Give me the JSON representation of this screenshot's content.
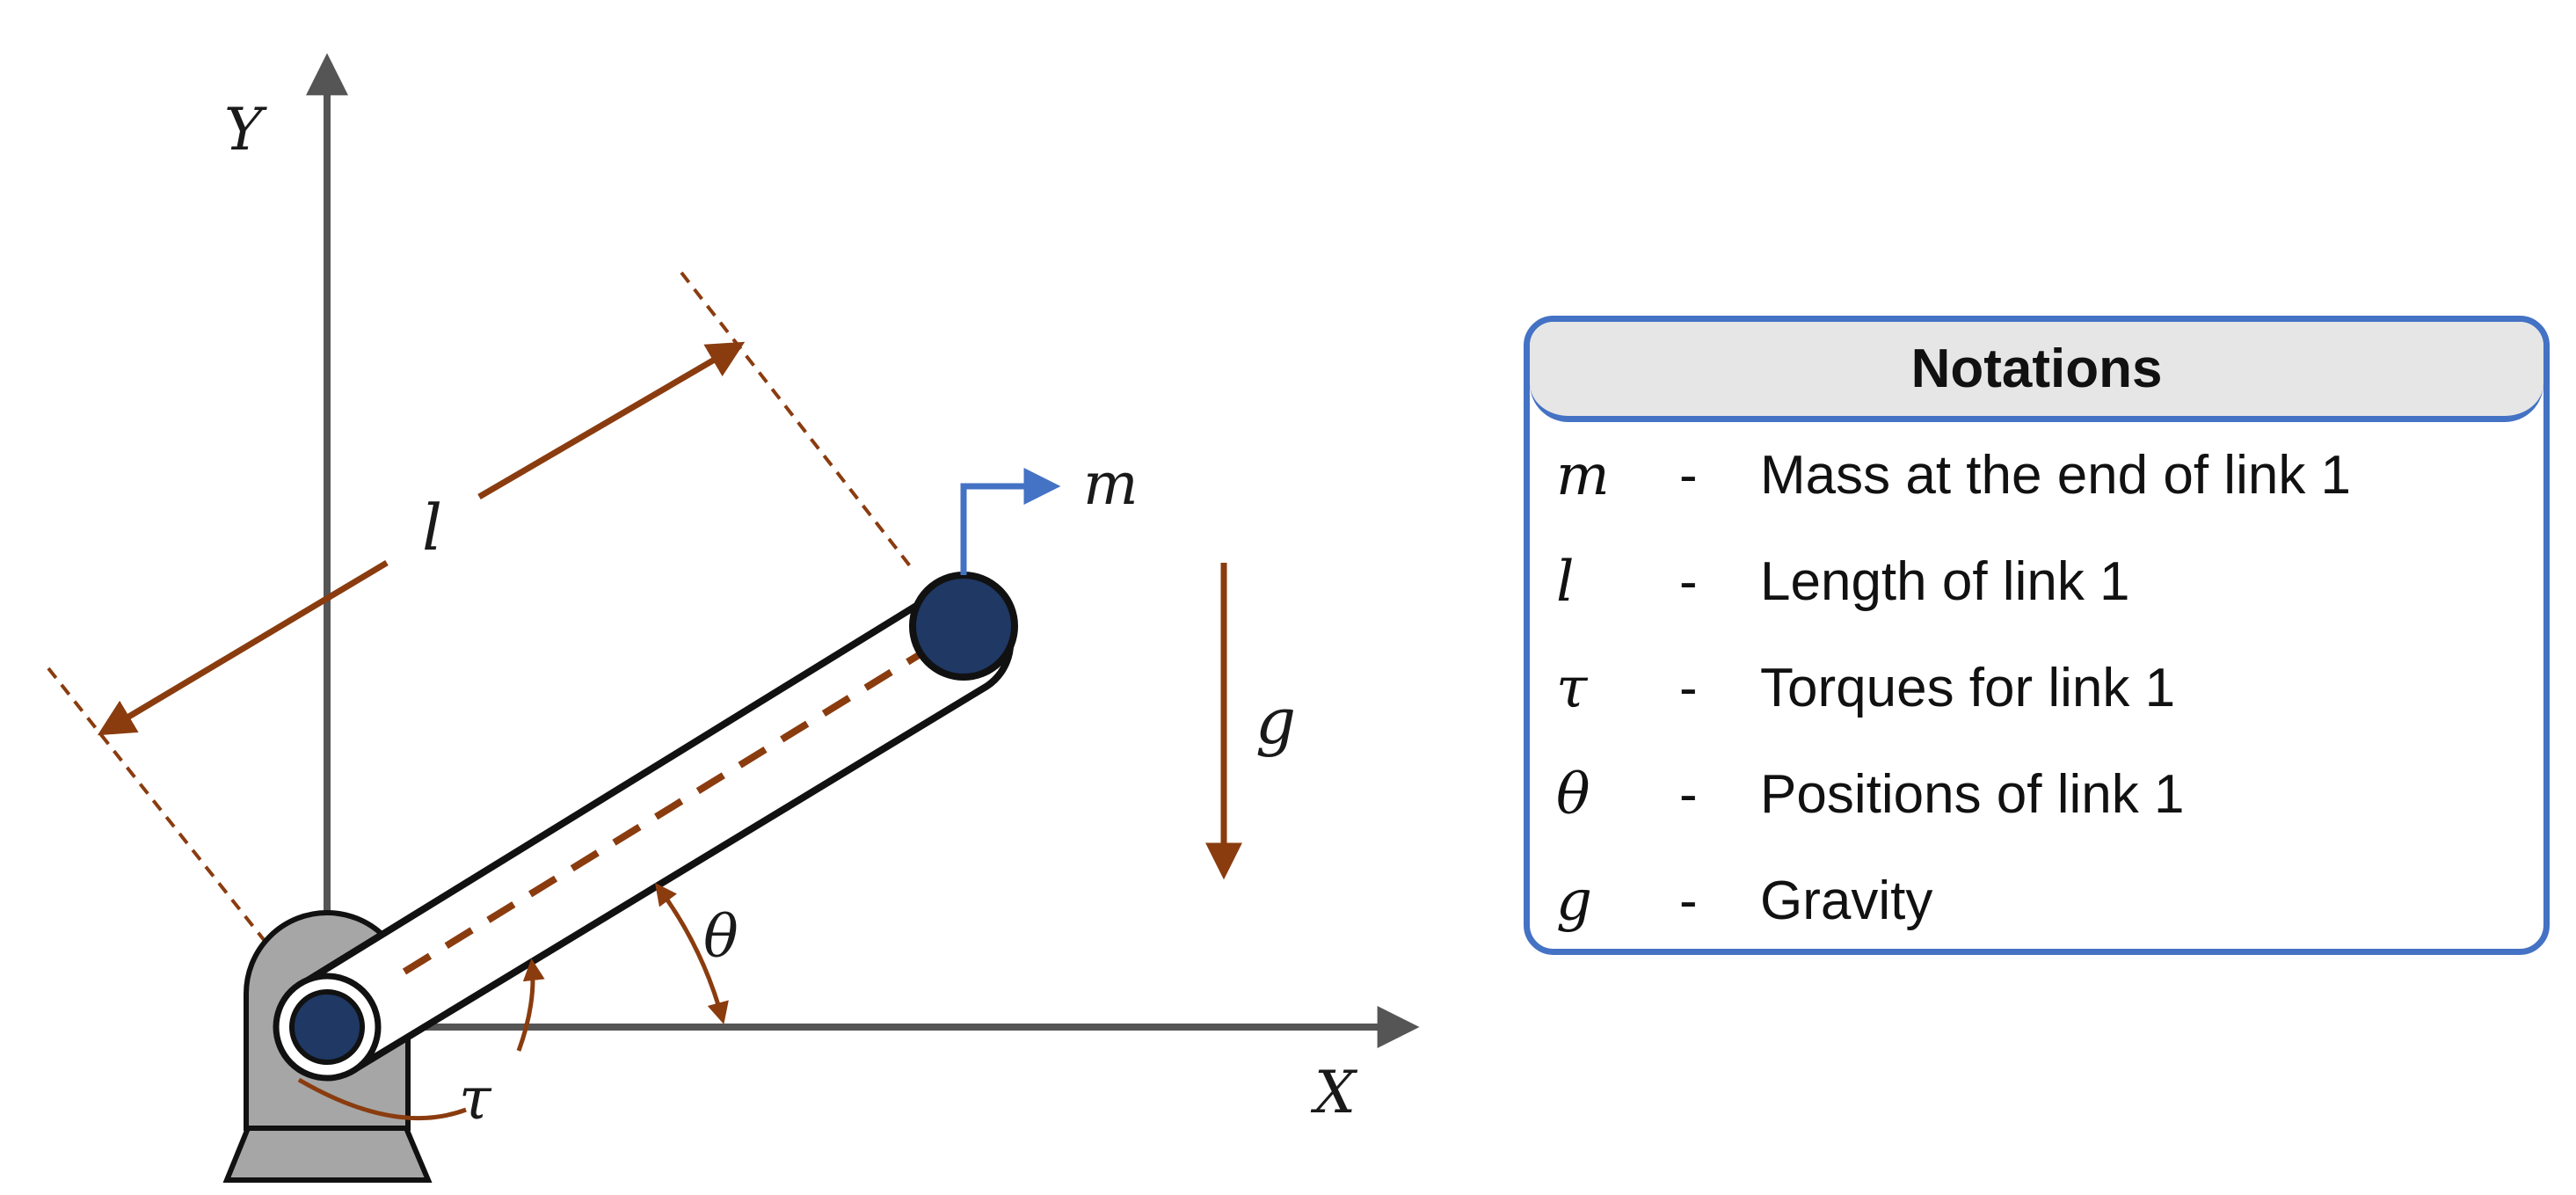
{
  "diagram": {
    "labels": {
      "y_axis": "Y",
      "x_axis": "X",
      "length": "l",
      "mass": "m",
      "gravity": "g",
      "angle": "θ",
      "torque": "τ"
    },
    "colors": {
      "axis": "#555555",
      "annotation": "#8a3c0f",
      "mass_marker": "#4472c4",
      "joint_fill": "#1f3864",
      "base_fill": "#a6a6a6"
    }
  },
  "legend": {
    "title": "Notations",
    "rows": [
      {
        "symbol": "m",
        "dash": "-",
        "description": "Mass at the end of link 1"
      },
      {
        "symbol": "l",
        "dash": "-",
        "description": "Length of link 1"
      },
      {
        "symbol": "τ",
        "dash": "-",
        "description": "Torques for link 1"
      },
      {
        "symbol": "θ",
        "dash": "-",
        "description": "Positions of link 1"
      },
      {
        "symbol": "g",
        "dash": "-",
        "description": "Gravity"
      }
    ]
  }
}
